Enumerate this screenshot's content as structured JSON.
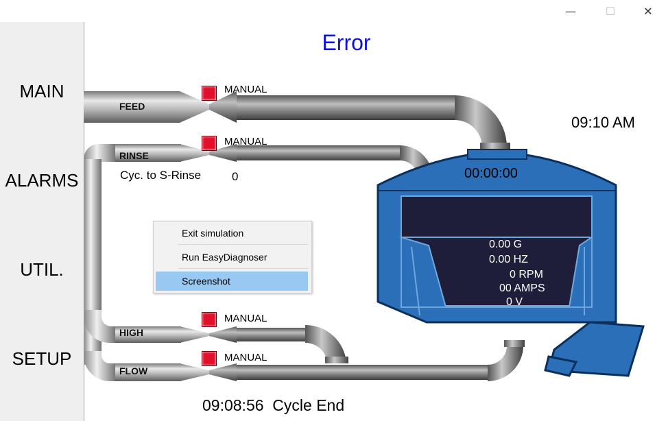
{
  "window": {
    "minimize_glyph": "—",
    "maximize_glyph": "☐",
    "close_glyph": "✕"
  },
  "nav": {
    "main": "MAIN",
    "alarms": "ALARMS",
    "util": "UTIL.",
    "setup": "SETUP"
  },
  "header": {
    "title": "Error",
    "clock": "09:10 AM"
  },
  "pipes": {
    "feed": {
      "label": "FEED",
      "valve_mode": "MANUAL"
    },
    "rinse": {
      "label": "RINSE",
      "valve_mode": "MANUAL"
    },
    "high": {
      "label": "HIGH",
      "valve_mode": "MANUAL"
    },
    "flow": {
      "label": "FLOW",
      "valve_mode": "MANUAL"
    }
  },
  "counter": {
    "label": "Cyc. to S-Rinse",
    "value": "0"
  },
  "context_menu": {
    "items": [
      "Exit simulation",
      "Run EasyDiagnoser",
      "Screenshot"
    ],
    "highlighted": "Screenshot"
  },
  "machine": {
    "timer": "00:00:00",
    "g_force": "0.00 G",
    "frequency": "0.00 HZ",
    "rpm": "0 RPM",
    "amps": "00 AMPS",
    "volts": "0 V"
  },
  "status": {
    "text": "09:08:56  Cycle End"
  },
  "colors": {
    "machine_body": "#2a6fb8",
    "drum": "#1e1e3a",
    "valve_indicator": "#e0102a",
    "title": "#1010e0",
    "menu_highlight": "#99c9f2"
  }
}
